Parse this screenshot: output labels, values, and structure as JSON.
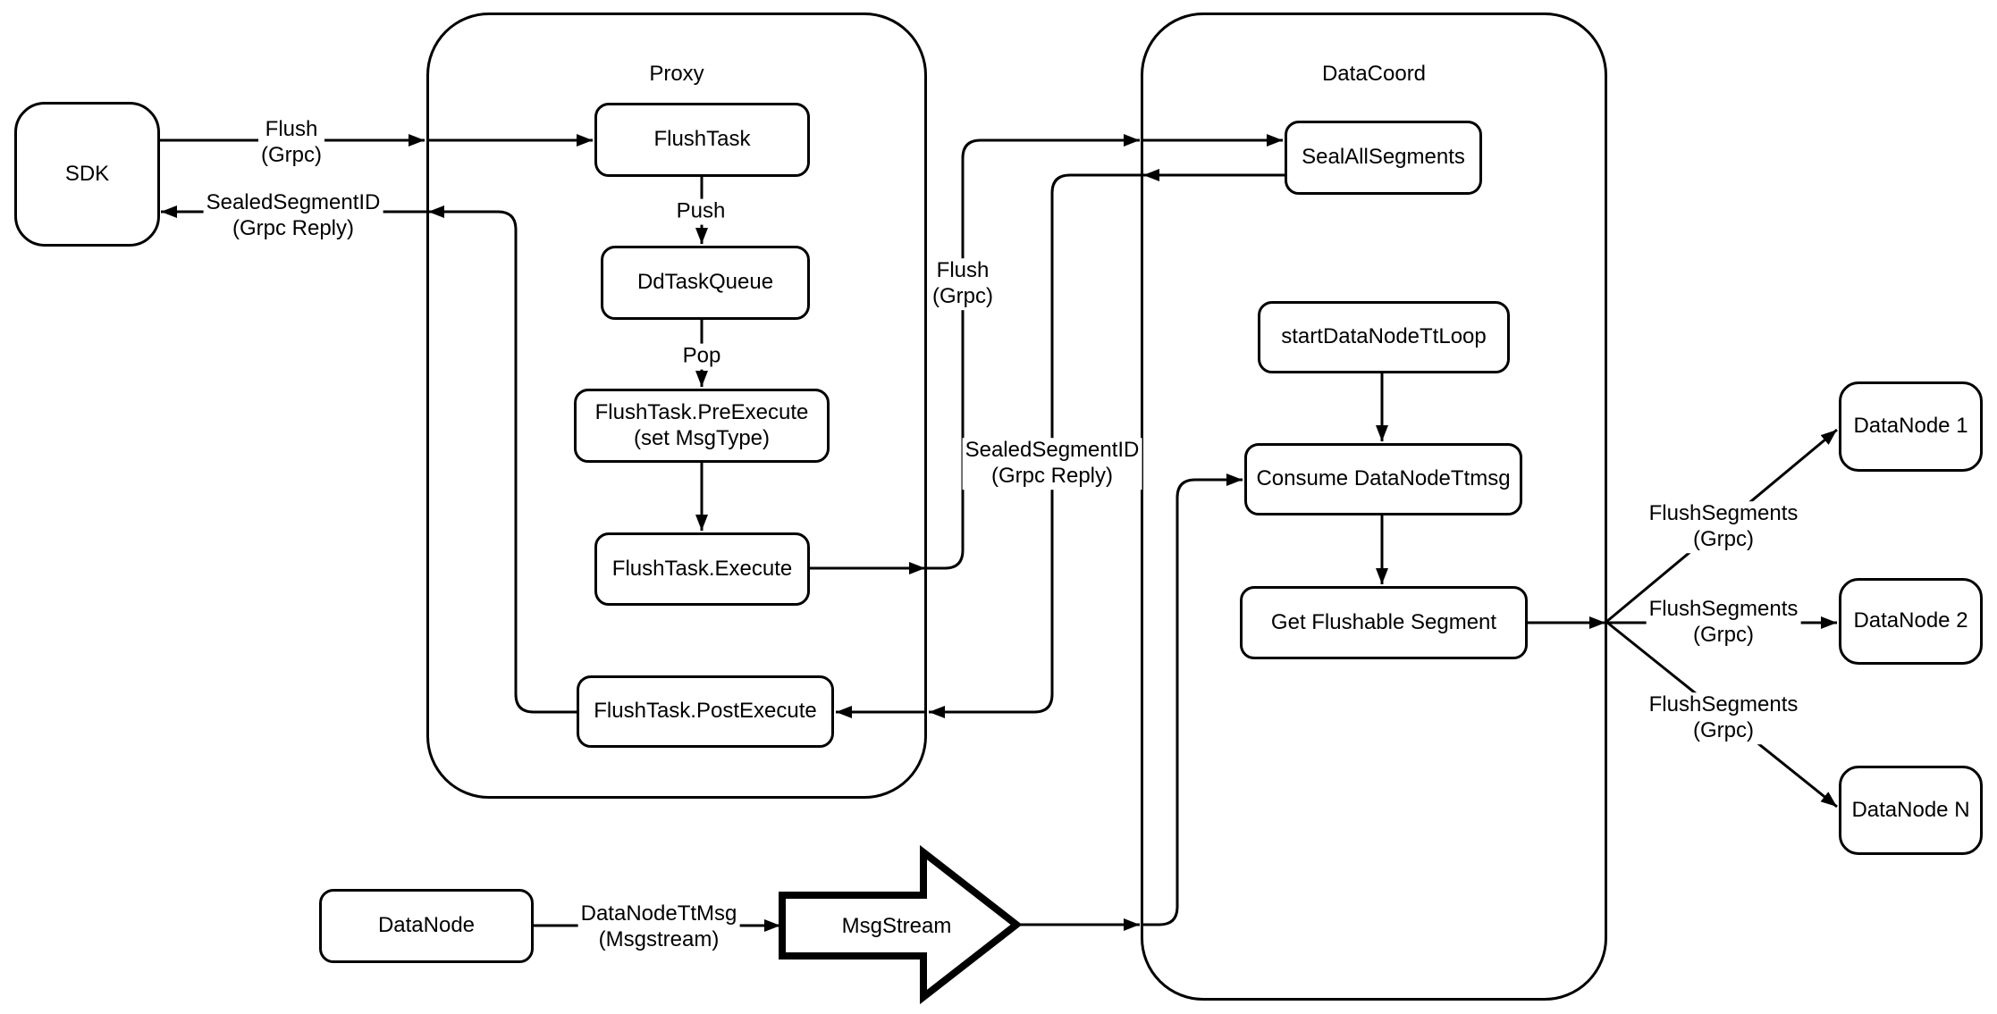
{
  "colors": {
    "stroke": "#000000",
    "background": "#ffffff"
  },
  "containers": {
    "proxy": {
      "title": "Proxy"
    },
    "datacoord": {
      "title": "DataCoord"
    }
  },
  "nodes": {
    "sdk": {
      "label": "SDK"
    },
    "flush_task": {
      "label": "FlushTask"
    },
    "dd_task_queue": {
      "label": "DdTaskQueue"
    },
    "pre_execute": {
      "line1": "FlushTask.PreExecute",
      "line2": "(set MsgType)"
    },
    "execute": {
      "label": "FlushTask.Execute"
    },
    "post_execute": {
      "label": "FlushTask.PostExecute"
    },
    "seal_all_segments": {
      "label": "SealAllSegments"
    },
    "start_datanode_tt_loop": {
      "label": "startDataNodeTtLoop"
    },
    "consume_datanode_ttmsg": {
      "label": "Consume DataNodeTtmsg"
    },
    "get_flushable_segment": {
      "label": "Get Flushable Segment"
    },
    "datanode_1": {
      "label": "DataNode 1"
    },
    "datanode_2": {
      "label": "DataNode 2"
    },
    "datanode_n": {
      "label": "DataNode N"
    },
    "datanode": {
      "label": "DataNode"
    },
    "msgstream": {
      "label": "MsgStream"
    }
  },
  "edge_labels": {
    "flush_sdk": {
      "line1": "Flush",
      "line2": "(Grpc)"
    },
    "sealed_sdk": {
      "line1": "SealedSegmentID",
      "line2": "(Grpc Reply)"
    },
    "push": {
      "label": "Push"
    },
    "pop": {
      "label": "Pop"
    },
    "flush_mid": {
      "line1": "Flush",
      "line2": "(Grpc)"
    },
    "sealed_mid": {
      "line1": "SealedSegmentID",
      "line2": "(Grpc Reply)"
    },
    "flush_segments_1": {
      "line1": "FlushSegments",
      "line2": "(Grpc)"
    },
    "flush_segments_2": {
      "line1": "FlushSegments",
      "line2": "(Grpc)"
    },
    "flush_segments_3": {
      "line1": "FlushSegments",
      "line2": "(Grpc)"
    },
    "datanode_ttmsg": {
      "line1": "DataNodeTtMsg",
      "line2": "(Msgstream)"
    }
  }
}
